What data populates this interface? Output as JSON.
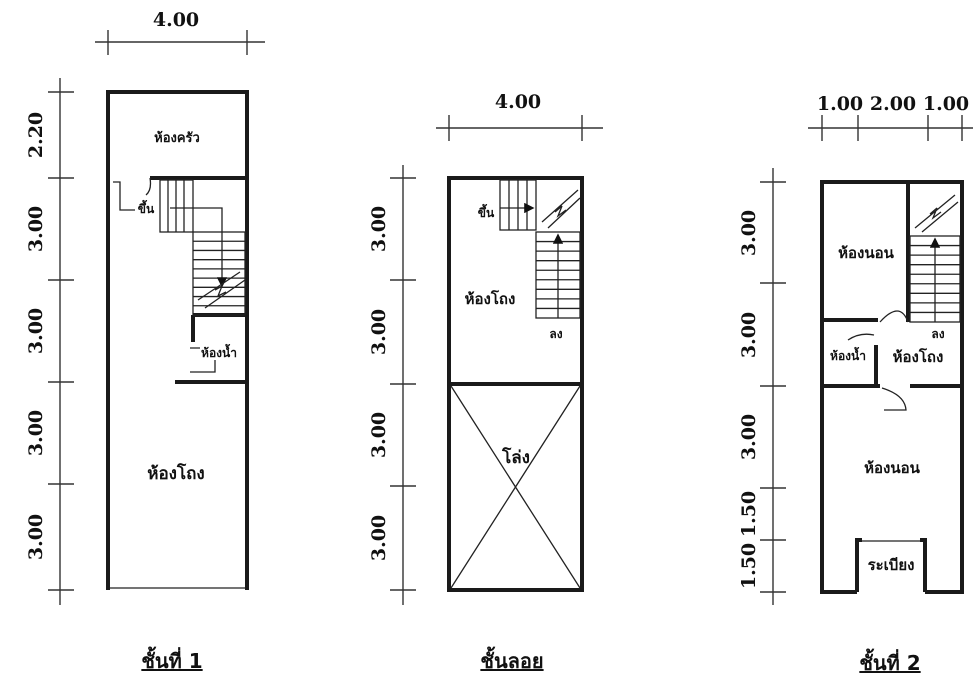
{
  "plans": [
    {
      "title": "ชั้นที่ 1",
      "width_dim": "4.00",
      "height_dims": [
        "2.20",
        "3.00",
        "3.00",
        "3.00",
        "3.00"
      ],
      "rooms": {
        "kitchen": "ห้องครัว",
        "up": "ขึ้น",
        "bathroom": "ห้องน้ำ",
        "hall": "ห้องโถง"
      }
    },
    {
      "title": "ชั้นลอย",
      "width_dim": "4.00",
      "height_dims": [
        "3.00",
        "3.00",
        "3.00",
        "3.00"
      ],
      "rooms": {
        "up": "ขึ้น",
        "hall": "ห้องโถง",
        "down": "ลง",
        "void": "โล่ง"
      }
    },
    {
      "title": "ชั้นที่ 2",
      "width_dims": [
        "1.00",
        "2.00",
        "1.00"
      ],
      "height_dims": [
        "3.00",
        "3.00",
        "3.00",
        "1.50",
        "1.50"
      ],
      "rooms": {
        "bedroom1": "ห้องนอน",
        "down": "ลง",
        "bathroom": "ห้องน้ำ",
        "hall": "ห้องโถง",
        "bedroom2": "ห้องนอน",
        "balcony": "ระเบียง"
      }
    }
  ]
}
